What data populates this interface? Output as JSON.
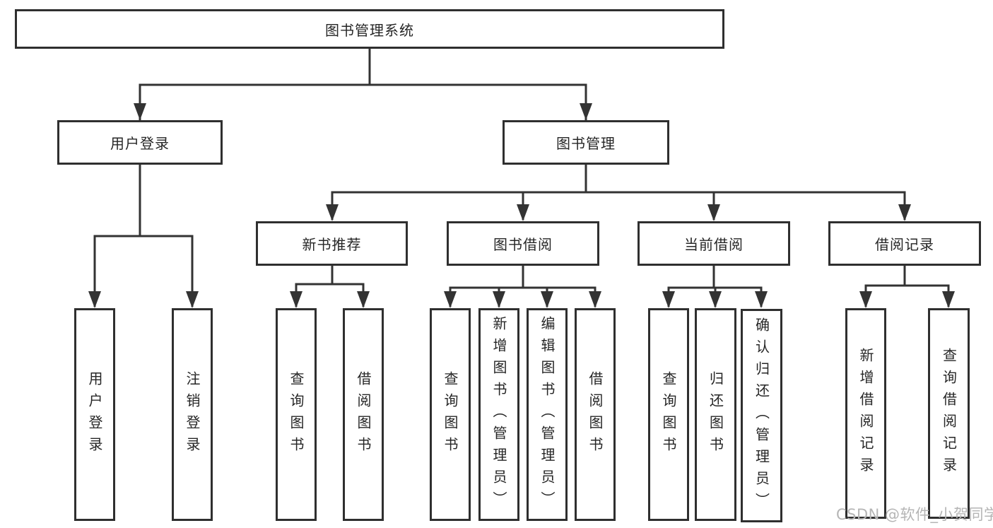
{
  "diagram": {
    "title": "图书管理系统",
    "type": "hierarchy-tree",
    "colors": {
      "line": "#333333",
      "border": "#2f2f2f",
      "text": "#262626",
      "background": "#ffffff",
      "watermark": "#b5b5b5"
    },
    "root": {
      "label": "图书管理系统"
    },
    "level1": [
      {
        "label": "用户登录",
        "parent": "图书管理系统"
      },
      {
        "label": "图书管理",
        "parent": "图书管理系统"
      }
    ],
    "level2": [
      {
        "label": "新书推荐",
        "parent": "图书管理"
      },
      {
        "label": "图书借阅",
        "parent": "图书管理"
      },
      {
        "label": "当前借阅",
        "parent": "图书管理"
      },
      {
        "label": "借阅记录",
        "parent": "图书管理"
      }
    ],
    "leaves": [
      {
        "label": "用户登录",
        "parent": "用户登录"
      },
      {
        "label": "注销登录",
        "parent": "用户登录"
      },
      {
        "label": "查询图书",
        "parent": "新书推荐"
      },
      {
        "label": "借阅图书",
        "parent": "新书推荐"
      },
      {
        "label": "查询图书",
        "parent": "图书借阅"
      },
      {
        "label": "新增图书（管理员）",
        "parent": "图书借阅"
      },
      {
        "label": "编辑图书（管理员）",
        "parent": "图书借阅"
      },
      {
        "label": "借阅图书",
        "parent": "图书借阅"
      },
      {
        "label": "查询图书",
        "parent": "当前借阅"
      },
      {
        "label": "归还图书",
        "parent": "当前借阅"
      },
      {
        "label": "确认归还（管理员）",
        "parent": "当前借阅"
      },
      {
        "label": "新增借阅记录",
        "parent": "借阅记录"
      },
      {
        "label": "查询借阅记录",
        "parent": "借阅记录"
      }
    ],
    "watermark": "CSDN @软件_小贺同学"
  }
}
